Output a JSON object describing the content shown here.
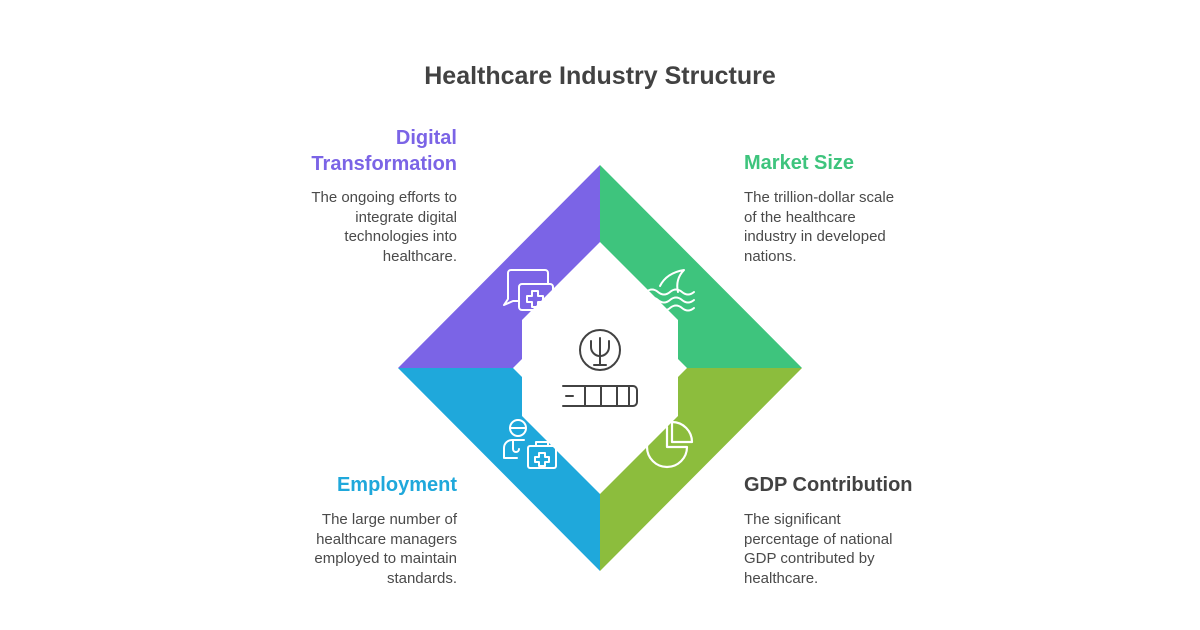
{
  "title": "Healthcare Industry Structure",
  "colors": {
    "digital": "#7B64E6",
    "market": "#3EC47D",
    "employment": "#1FA8DB",
    "gdp": "#8CBD3D",
    "center_icon": "#424242"
  },
  "sections": {
    "digital_transformation": {
      "heading_line1": "Digital",
      "heading_line2": "Transformation",
      "description": [
        "The ongoing efforts to",
        "integrate digital",
        "technologies into",
        "healthcare."
      ],
      "icon": "chat-medical-cross-icon"
    },
    "market_size": {
      "heading": "Market Size",
      "description": [
        "The trillion-dollar scale",
        "of the healthcare",
        "industry in developed",
        "nations."
      ],
      "icon": "shark-fin-waves-icon"
    },
    "employment": {
      "heading": "Employment",
      "description": [
        "The large number of",
        "healthcare managers",
        "employed to maintain",
        "standards."
      ],
      "icon": "doctor-medical-bag-icon"
    },
    "gdp_contribution": {
      "heading": "GDP Contribution",
      "description": [
        "The significant",
        "percentage of national",
        "GDP contributed by",
        "healthcare."
      ],
      "icon": "pie-chart-icon"
    }
  },
  "center_icon": "psi-book-icon"
}
